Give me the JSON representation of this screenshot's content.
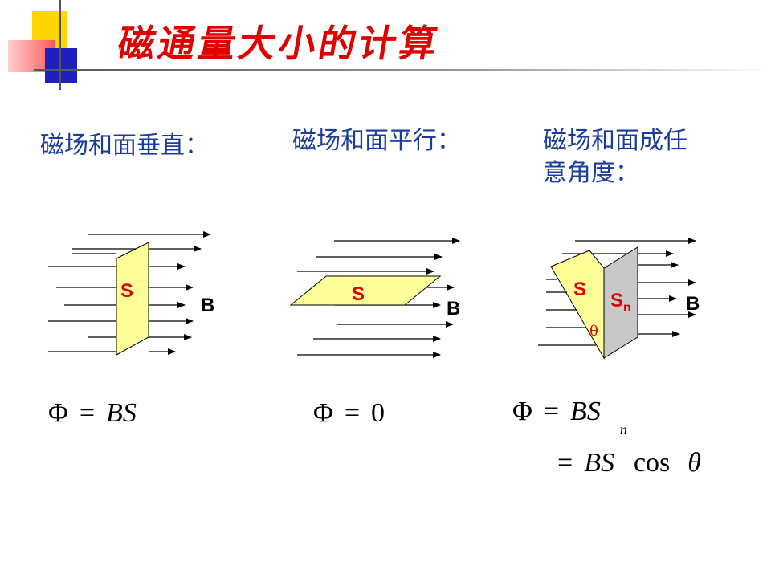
{
  "title": "磁通量大小的计算",
  "colors": {
    "title": "#e00000",
    "heading": "#1a3c9c",
    "surface": "#ffff99",
    "tilted_surface": "#c8c8c8",
    "label_red": "#e00000"
  },
  "cases": [
    {
      "heading": "磁场和面垂直：",
      "surface_label": "S",
      "field_label": "B",
      "formula": {
        "lhs": "Φ",
        "eq": "=",
        "rhs": "BS"
      }
    },
    {
      "heading": "磁场和面平行：",
      "surface_label": "S",
      "field_label": "B",
      "formula": {
        "lhs": "Φ",
        "eq": "=",
        "rhs": "0"
      }
    },
    {
      "heading_line1": "磁场和面成任",
      "heading_line2": "意角度：",
      "surface_label": "S",
      "normal_surface_label": "S",
      "normal_surface_sub": "n",
      "angle_label": "θ",
      "field_label": "B",
      "formula": {
        "lhs": "Φ",
        "eq": "=",
        "rhs": "BS",
        "rhs_sub": "n",
        "line2_eq": "=",
        "line2_rhs": "BS",
        "line2_func": "cos",
        "line2_arg": "θ"
      }
    }
  ]
}
